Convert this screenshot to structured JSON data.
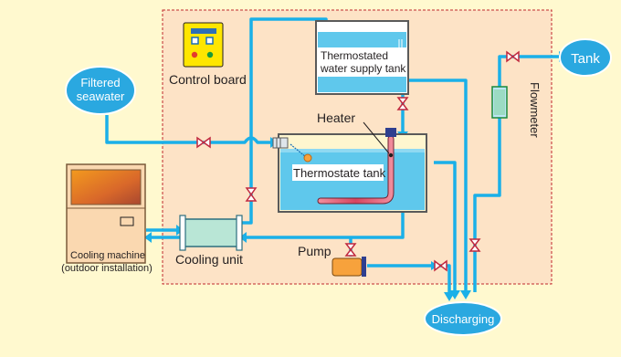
{
  "labels": {
    "control_board": "Control board",
    "filtered_seawater_line1": "Filtered",
    "filtered_seawater_line2": "seawater",
    "supply_tank_line1": "Thermostated",
    "supply_tank_line2": "water supply tank",
    "heater": "Heater",
    "thermostate_tank": "Thermostate tank",
    "flowmeter": "Flowmeter",
    "tank": "Tank",
    "cooling_machine_line1": "Cooling machine",
    "cooling_machine_line2": "(outdoor installation)",
    "cooling_unit": "Cooling unit",
    "pump": "Pump",
    "discharging": "Discharging"
  },
  "colors": {
    "background": "#fff9cf",
    "facility_area": "#fde3c6",
    "pipe": "#1ab0e8",
    "water": "#5fc8ec",
    "terminal_bubble": "#2aa8e0",
    "control_board": "#ffe600",
    "heater": "#e8556b",
    "pump": "#f7a23c",
    "valve": "#c0283e"
  },
  "icons": [
    "control-board-icon",
    "valve-icon",
    "pump-icon",
    "heater-icon",
    "flowmeter-icon",
    "cooling-machine-icon",
    "cooling-unit-icon"
  ]
}
